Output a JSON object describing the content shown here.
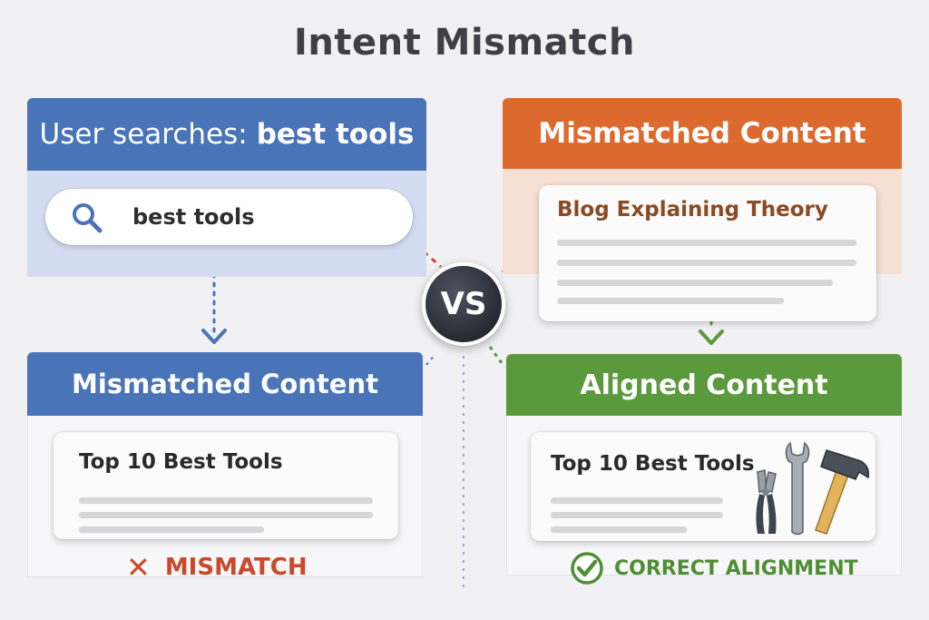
{
  "title": "Intent Mismatch",
  "search_panel": {
    "heading_prefix": "User searches:",
    "heading_query": "best tools",
    "search_text": "best tools",
    "icon": "search-icon",
    "color": "#4a74b8"
  },
  "left_result": {
    "heading": "Mismatched Content",
    "card_title": "Top 10 Best Tools",
    "verdict_icon": "x-icon",
    "verdict": "MISMATCH",
    "verdict_color": "#c94a2a"
  },
  "right_mismatch": {
    "heading": "Mismatched Content",
    "card_title": "Blog Explaining Theory",
    "color": "#dc6a2e"
  },
  "right_aligned": {
    "heading": "Aligned Content",
    "card_title": "Top 10 Best Tools",
    "tools_icon": "tools-icon",
    "verdict_icon": "check-circle-icon",
    "verdict": "CORRECT ALIGNMENT",
    "verdict_color": "#4f8d32"
  },
  "vs_label": "VS"
}
